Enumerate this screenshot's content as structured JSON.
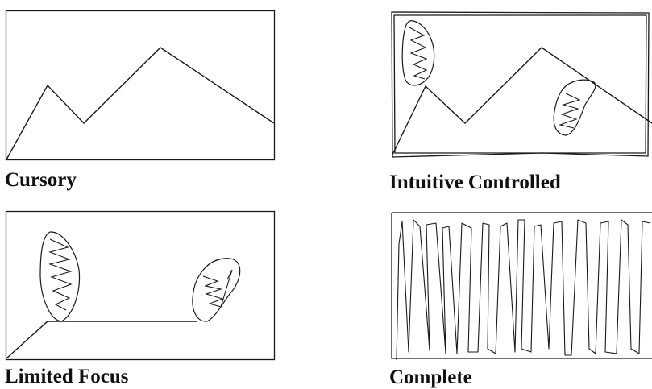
{
  "panels": [
    {
      "key": "cursory",
      "caption": "Cursory"
    },
    {
      "key": "intuitive",
      "caption": "Intuitive Controlled"
    },
    {
      "key": "limited",
      "caption": "Limited Focus"
    },
    {
      "key": "complete",
      "caption": "Complete"
    }
  ]
}
